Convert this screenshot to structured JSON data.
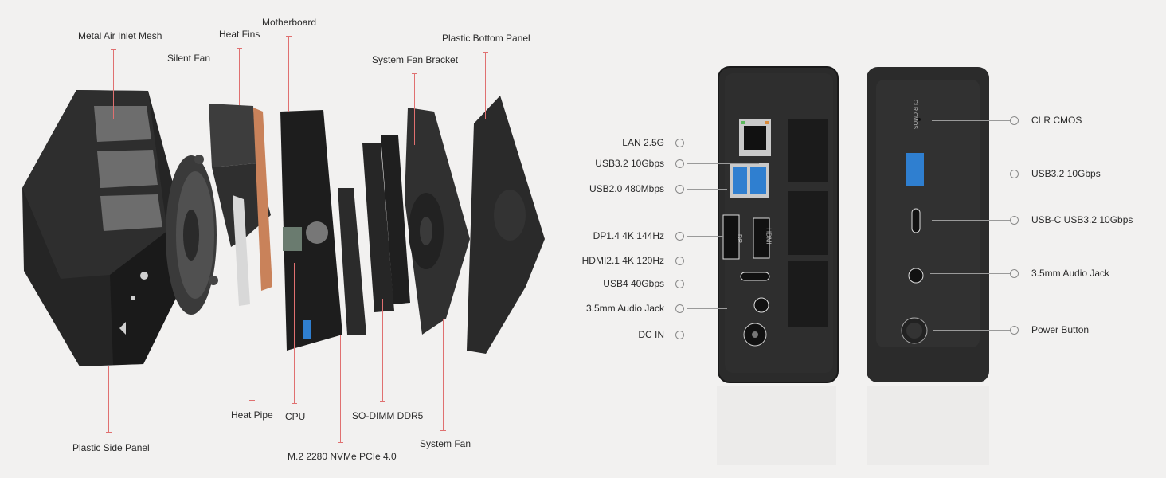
{
  "exploded_view": {
    "labels": {
      "metal_air_inlet_mesh": "Metal Air Inlet Mesh",
      "heat_fins": "Heat Fins",
      "motherboard": "Motherboard",
      "plastic_bottom_panel": "Plastic Bottom Panel",
      "silent_fan": "Silent Fan",
      "system_fan_bracket": "System Fan Bracket",
      "heat_pipe": "Heat Pipe",
      "cpu": "CPU",
      "so_dimm": "SO-DIMM DDR5",
      "system_fan": "System Fan",
      "plastic_side_panel": "Plastic Side Panel",
      "m2": "M.2 2280 NVMe PCIe 4.0"
    }
  },
  "left_port_panel": {
    "ports": [
      "LAN 2.5G",
      "USB3.2 10Gbps",
      "USB2.0 480Mbps",
      "DP1.4 4K 144Hz",
      "HDMI2.1 4K 120Hz",
      "USB4 40Gbps",
      "3.5mm Audio Jack",
      "DC IN"
    ],
    "printed": {
      "dp": "DP",
      "hdmi": "HDMI",
      "clr_cmos": "CLR CMOS"
    }
  },
  "right_port_panel": {
    "ports": [
      "CLR CMOS",
      "USB3.2 10Gbps",
      "USB-C USB3.2 10Gbps",
      "3.5mm Audio Jack",
      "Power Button"
    ]
  },
  "colors": {
    "background": "#f2f1f0",
    "leader_red": "#e07070",
    "device": "#2a2a2a",
    "usb3_blue": "#2f7fd0",
    "pcb": "#1d1d1d",
    "copper": "#c9825a"
  }
}
